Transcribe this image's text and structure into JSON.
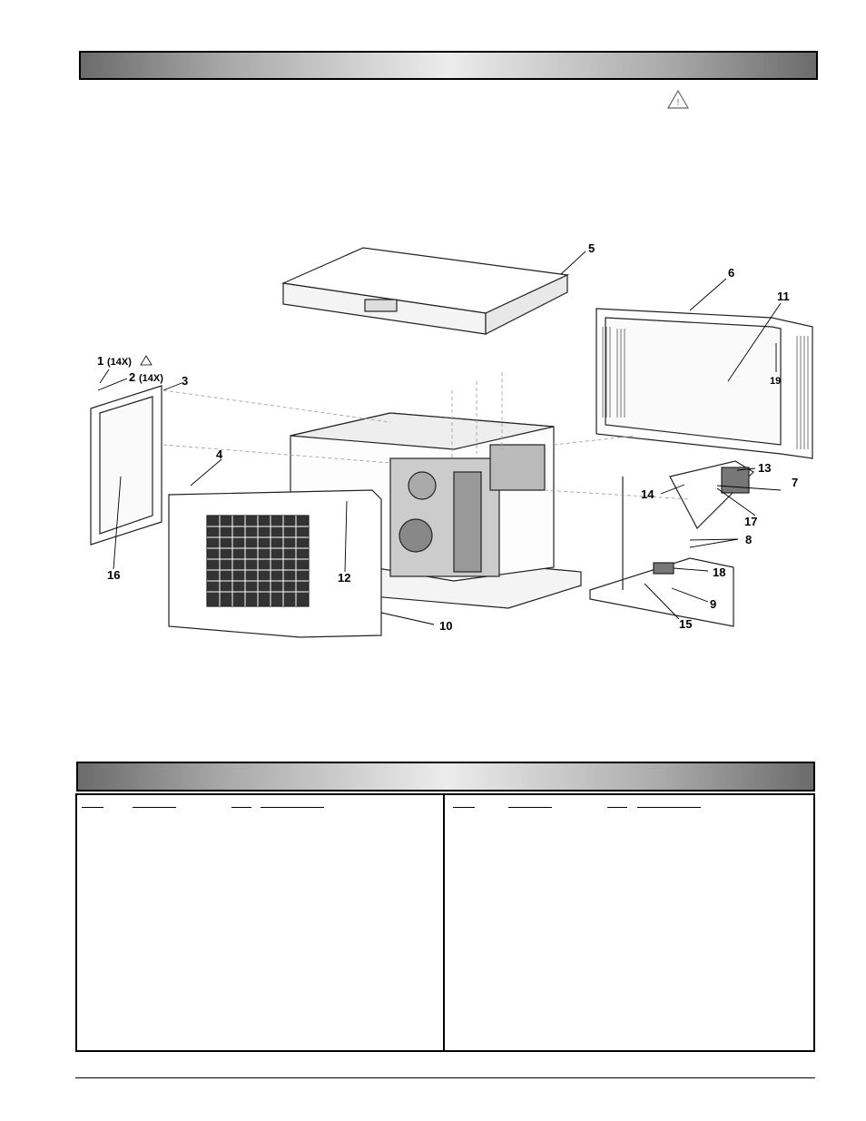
{
  "callouts": [
    "1",
    "(14X)",
    "2",
    "(14X)",
    "3",
    "4",
    "5",
    "6",
    "7",
    "8",
    "9",
    "10",
    "11",
    "12",
    "13",
    "14",
    "15",
    "16",
    "17",
    "18",
    "19"
  ],
  "icons": {
    "warning": "warning-triangle-icon"
  }
}
